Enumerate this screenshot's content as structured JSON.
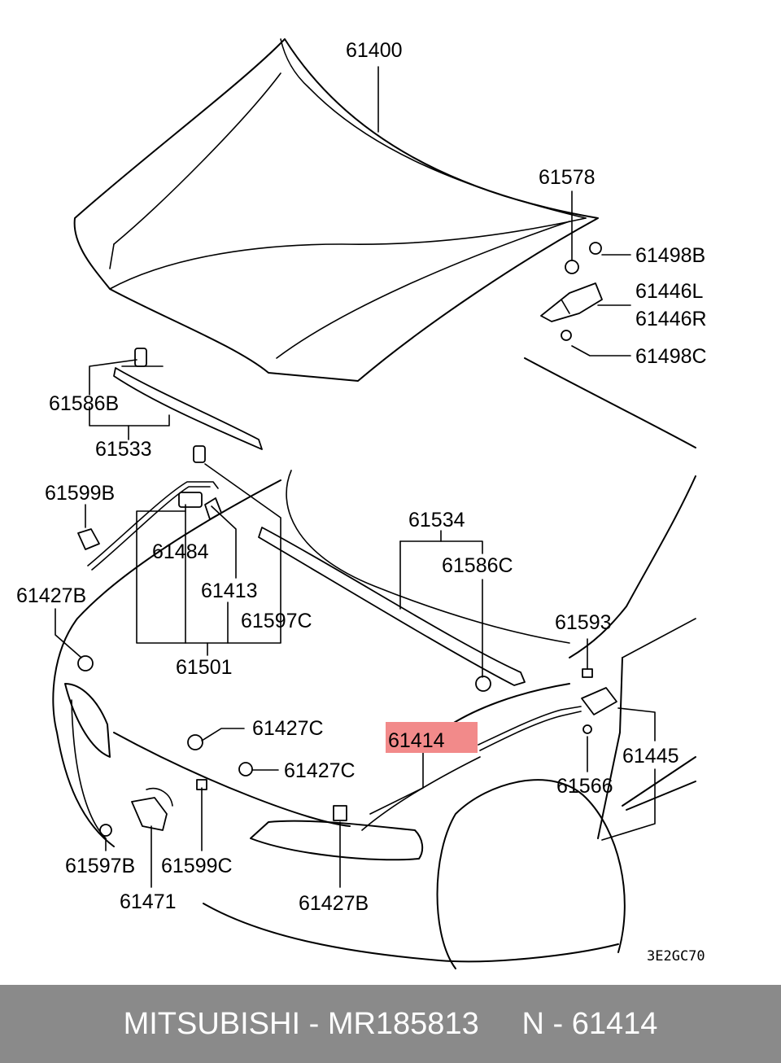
{
  "highlight_color": "#f28a8a",
  "labels": {
    "l61400": "61400",
    "l61578": "61578",
    "l61498B": "61498B",
    "l61446L": "61446L",
    "l61446R": "61446R",
    "l61498C": "61498C",
    "l61586B": "61586B",
    "l61533": "61533",
    "l61599B": "61599B",
    "l61484": "61484",
    "l61413": "61413",
    "l61597C": "61597C",
    "l61501": "61501",
    "l61427B_a": "61427B",
    "l61534": "61534",
    "l61586C": "61586C",
    "l61593": "61593",
    "l61427C_a": "61427C",
    "l61427C_b": "61427C",
    "l61414": "61414",
    "l61445": "61445",
    "l61566": "61566",
    "l61597B": "61597B",
    "l61599C": "61599C",
    "l61471": "61471",
    "l61427B_b": "61427B"
  },
  "diagram_code": "3E2GC70",
  "footer": {
    "brand": "MITSUBISHI",
    "separator1": " - ",
    "part_number": "MR185813",
    "gap": "     ",
    "ref_prefix": "N",
    "separator2": " - ",
    "ref_number": "61414"
  }
}
